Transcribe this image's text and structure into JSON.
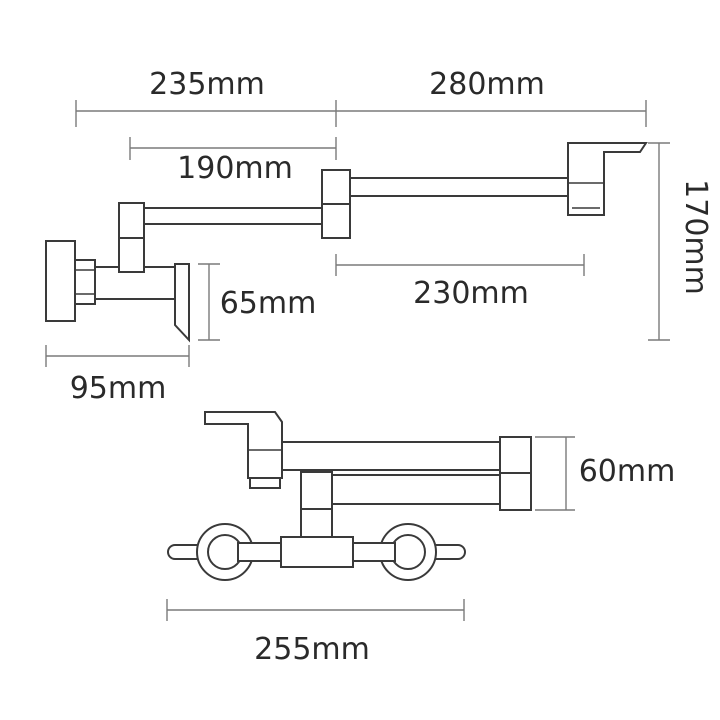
{
  "diagram": {
    "dimensions": {
      "top_left_width": "235mm",
      "top_right_width": "280mm",
      "arm_offset": "190mm",
      "arm_length": "230mm",
      "total_height": "170mm",
      "spout_height": "65mm",
      "base_depth": "95mm",
      "arm_spacing": "60mm",
      "mount_width": "255mm"
    }
  }
}
